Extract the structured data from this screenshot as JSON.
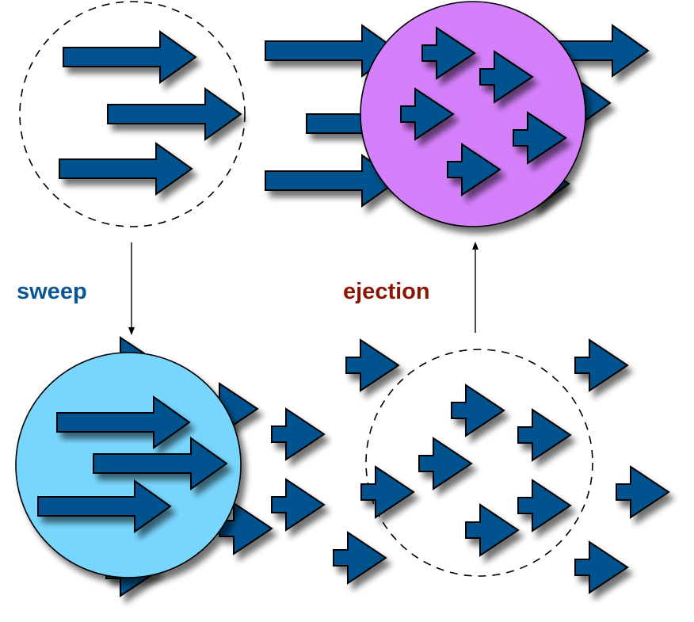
{
  "diagram": {
    "labels": {
      "sweep": "sweep",
      "ejection": "ejection"
    },
    "colors": {
      "arrow_fill": "#02538f",
      "arrow_stroke": "#000000",
      "sweep_label": "#0a5593",
      "ejection_label": "#8b1505",
      "sweep_region_fill": "#78d6fe",
      "ejection_region_fill": "#d580fb",
      "region_stroke": "#000000",
      "background": "#ffffff"
    },
    "panels": [
      {
        "id": "top-left",
        "description": "long arrows inside dashed circle",
        "region": "dashed-outline"
      },
      {
        "id": "top-right",
        "description": "long arrows passing behind ejection region containing short arrows",
        "region": "ejection-fill"
      },
      {
        "id": "bottom-left",
        "description": "sweep region containing long arrows over short arrows",
        "region": "sweep-fill"
      },
      {
        "id": "bottom-right",
        "description": "short arrows scattered with dashed circle",
        "region": "dashed-outline"
      }
    ],
    "transitions": [
      {
        "from": "top-left",
        "to": "bottom-left",
        "label_key": "sweep"
      },
      {
        "from": "bottom-right",
        "to": "top-right",
        "label_key": "ejection"
      }
    ]
  }
}
